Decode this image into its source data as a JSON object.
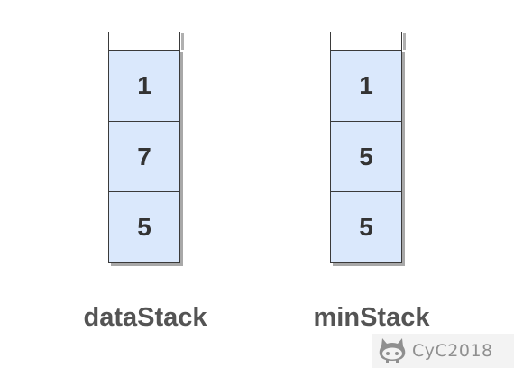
{
  "stacks": [
    {
      "name": "dataStack",
      "cells": [
        "1",
        "7",
        "5"
      ]
    },
    {
      "name": "minStack",
      "cells": [
        "1",
        "5",
        "5"
      ]
    }
  ],
  "watermark": {
    "text": "CyC2018",
    "icon": "github-octocat-icon"
  },
  "colors": {
    "cell_fill": "#dae8fc",
    "cell_border": "#3a3a3a",
    "label": "#545454"
  }
}
